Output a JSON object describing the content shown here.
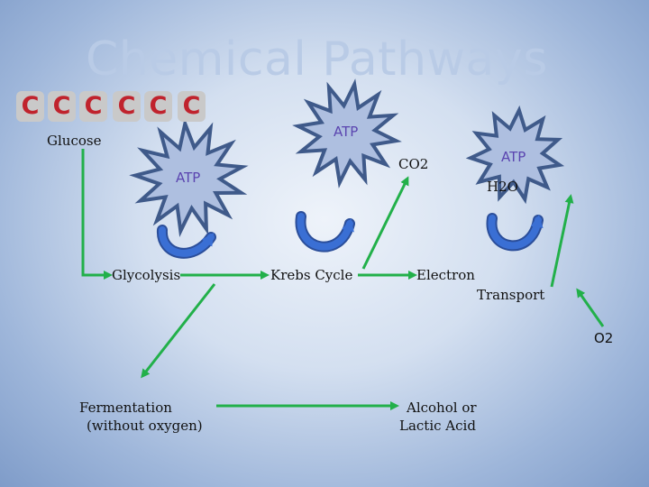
{
  "title": "Chemical Pathways",
  "carbons": [
    "C",
    "C",
    "C",
    "C",
    "C",
    "C"
  ],
  "labels": {
    "glucose": "Glucose",
    "glycolysis": "Glycolysis",
    "krebs": "Krebs Cycle",
    "electron": "Electron",
    "transport": "Transport",
    "co2": "CO2",
    "h2o": "H2O",
    "o2": "O2",
    "fermentation_1": "Fermentation",
    "fermentation_2": "(without oxygen)",
    "alcohol_1": "Alcohol or",
    "alcohol_2": "Lactic Acid"
  },
  "atp": {
    "glycolysis": "ATP",
    "krebs": "ATP",
    "electron": "ATP"
  },
  "colors": {
    "arrow": "#22b04a",
    "carbon_text": "#c0232d",
    "carbon_bg": "#c9c9c9",
    "star_fill": "#aebfe0",
    "star_stroke": "#3f5a8a",
    "cycle_arrow": "#3a6fd4",
    "atp_text": "#5b45b0"
  }
}
